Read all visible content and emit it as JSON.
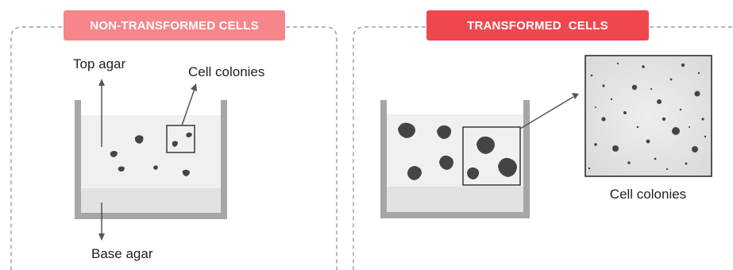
{
  "left_panel": {
    "title": "NON-TRANSFORMED CELLS",
    "title_color": "#f7868a",
    "labels": {
      "top_agar": "Top agar",
      "cell_colonies": "Cell colonies",
      "base_agar": "Base agar"
    }
  },
  "right_panel": {
    "title": "TRANSFORMED  CELLS",
    "title_color": "#f0474e",
    "labels": {
      "cell_colonies": "Cell colonies"
    }
  },
  "colors": {
    "beaker_wall": "#a6a6a6",
    "top_agar": "#f0f0f0",
    "base_agar": "#e2e2e2",
    "colony": "#444444",
    "micrograph_background": "#e6e6e6"
  },
  "icons": {
    "colony": "blob-shape",
    "arrow": "arrowhead"
  }
}
